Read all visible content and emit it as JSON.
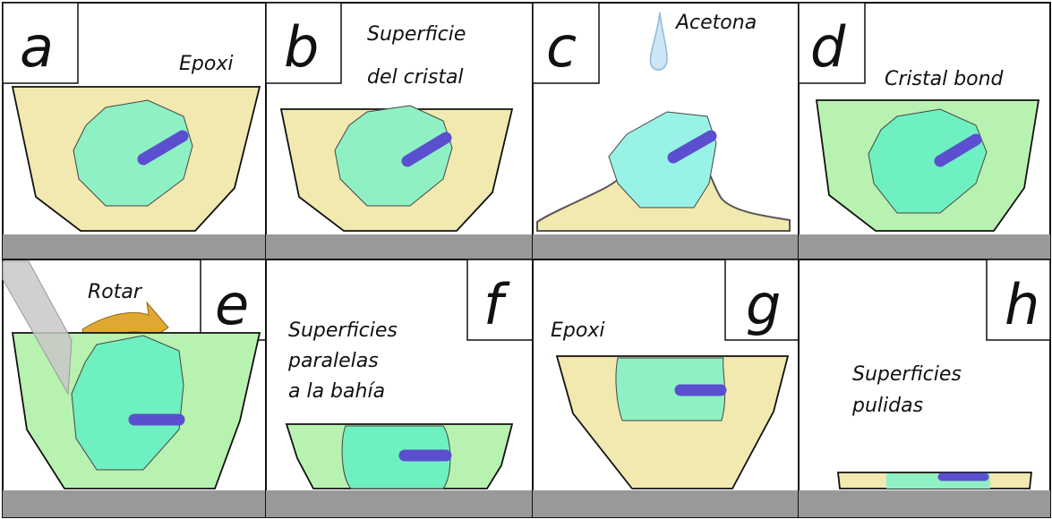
{
  "colors": {
    "epoxy": "#f2e9b0",
    "crystal": "#8ff0c4",
    "crystal_alt": "#99f2e6",
    "crystal_bond": "#b8f2b0",
    "crystal_bond_inner": "#6ff0c0",
    "inclusion": "#5b4fcf",
    "base": "#999999",
    "arrow": "#e0a830",
    "acetone_drop": "#cde6f5",
    "blade": "#c8c8c8"
  },
  "panels": [
    {
      "letter": "a",
      "annotation": [
        "Epoxi"
      ]
    },
    {
      "letter": "b",
      "annotation": [
        "Superficie",
        "del cristal"
      ]
    },
    {
      "letter": "c",
      "annotation": [
        "Acetona"
      ]
    },
    {
      "letter": "d",
      "annotation": [
        "Cristal bond"
      ]
    },
    {
      "letter": "e",
      "annotation": [
        "Rotar"
      ]
    },
    {
      "letter": "f",
      "annotation": [
        "Superficies",
        "paralelas",
        "a la bahía"
      ]
    },
    {
      "letter": "g",
      "annotation": [
        "Epoxi"
      ]
    },
    {
      "letter": "h",
      "annotation": [
        "Superficies",
        "pulidas"
      ]
    }
  ]
}
